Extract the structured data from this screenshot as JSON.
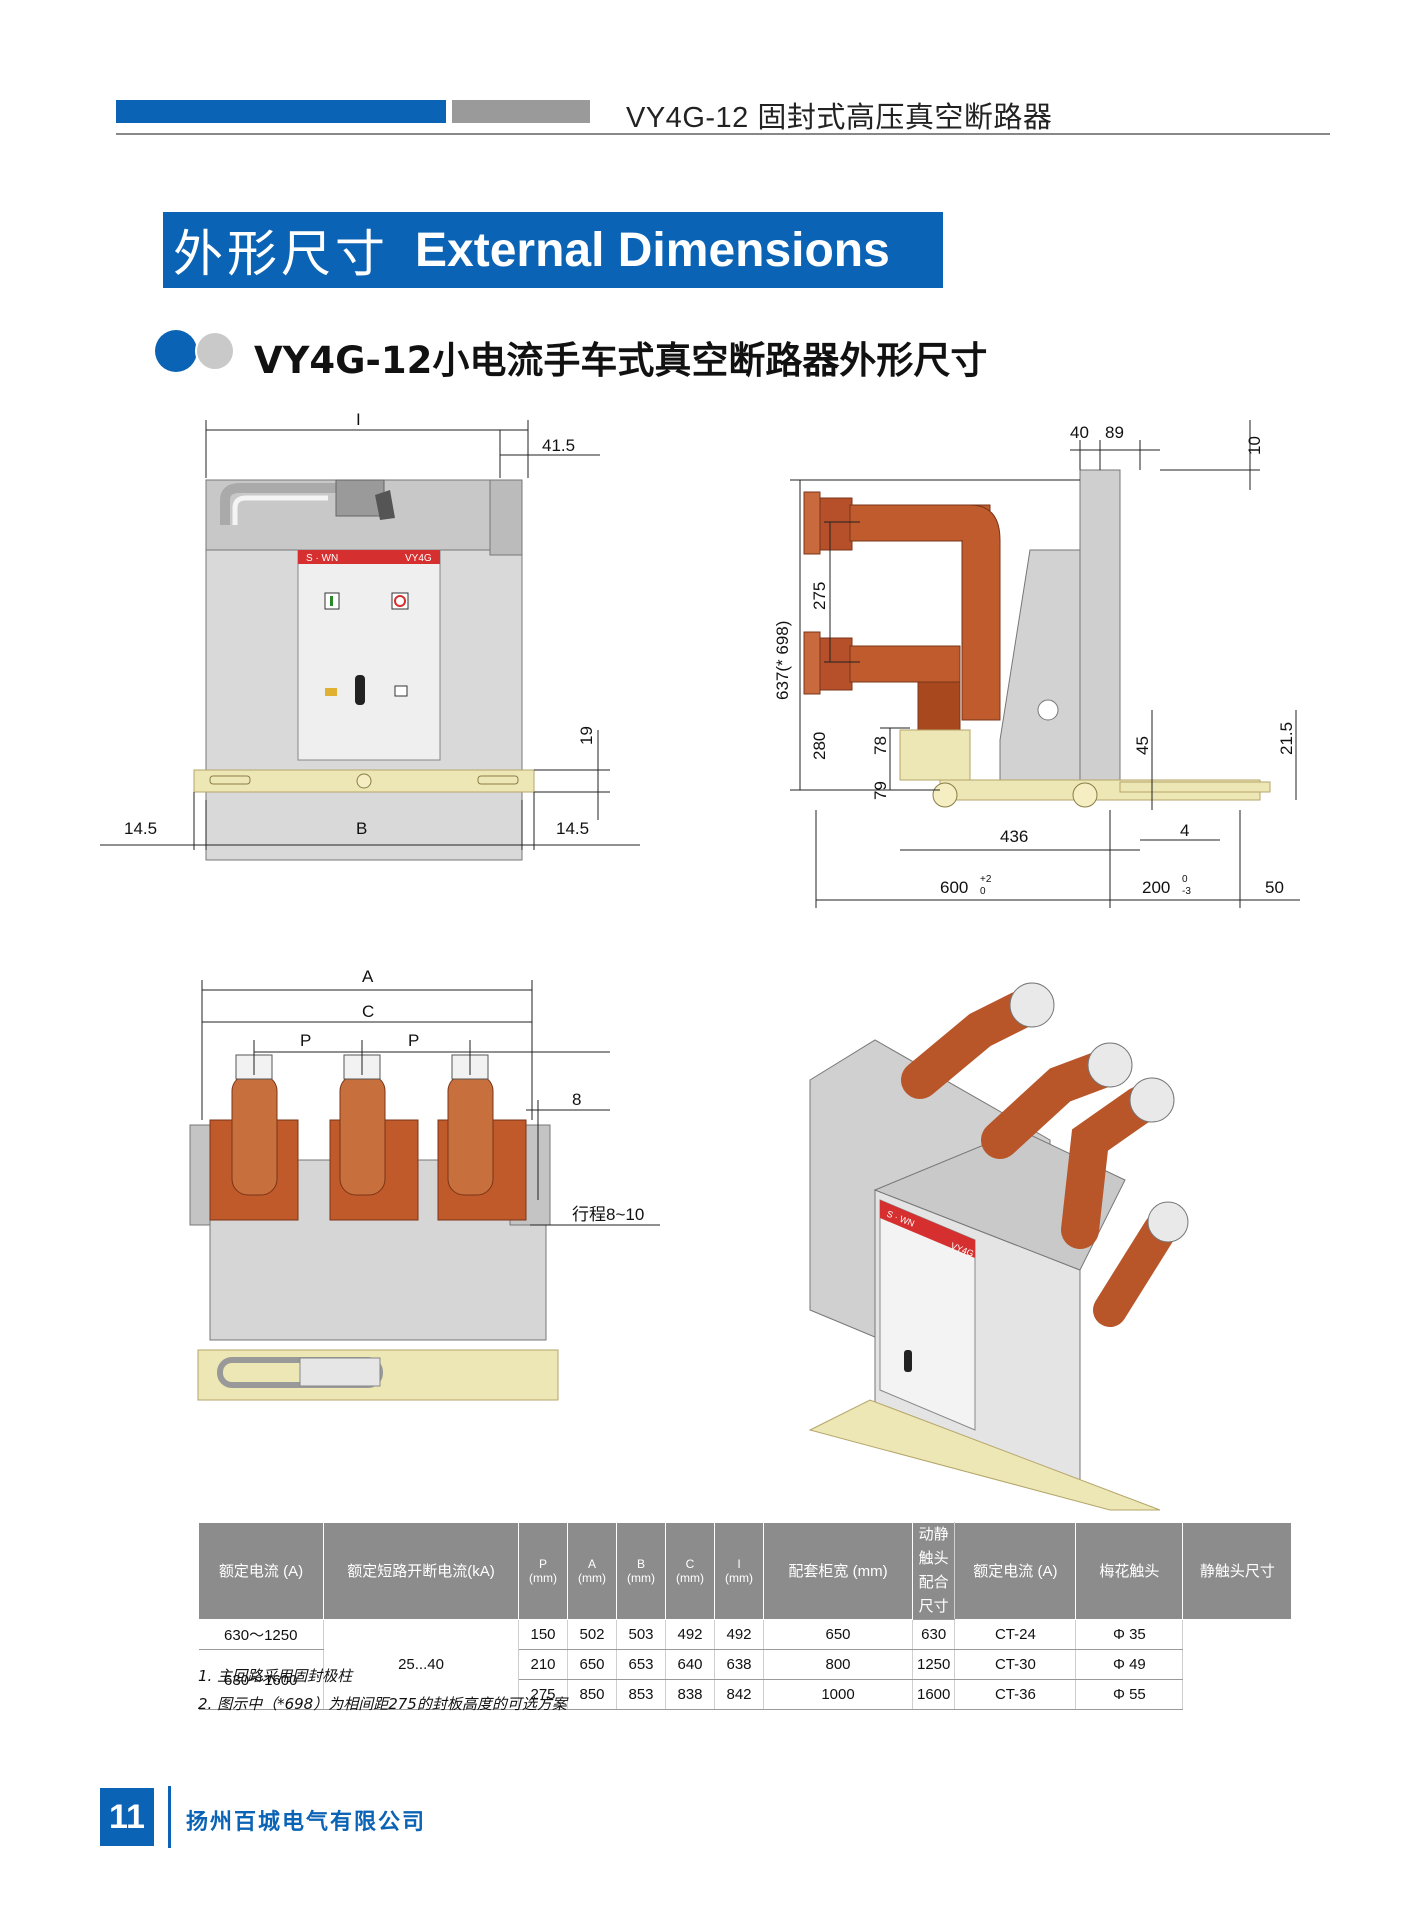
{
  "header": {
    "title": "VY4G-12 固封式高压真空断路器",
    "accent_color": "#0b63b5",
    "secondary_color": "#9a9a9a"
  },
  "banner": {
    "title_cn": "外形尺寸",
    "title_en": "External Dimensions"
  },
  "subtitle": "VY4G-12小电流手车式真空断路器外形尺寸",
  "front_view": {
    "dims": {
      "I": "I",
      "d41_5": "41.5",
      "d19": "19",
      "d14_5_left": "14.5",
      "B": "B",
      "d14_5_right": "14.5"
    },
    "panel_brand": "S · WN",
    "panel_model": "VY4G"
  },
  "side_view": {
    "dims": {
      "d40": "40",
      "d89": "89",
      "d10": "10",
      "d637": "637(* 698)",
      "d275": "275",
      "d280": "280",
      "d78": "78",
      "d79": "79",
      "d45": "45",
      "d21_5": "21.5",
      "d436": "436",
      "d4": "4",
      "d600": "600",
      "d600_tol_up": "+2",
      "d600_tol_down": "0",
      "d200": "200",
      "d200_tol_up": "0",
      "d200_tol_down": "-3",
      "d50": "50"
    }
  },
  "top_view": {
    "dims": {
      "A": "A",
      "C": "C",
      "P1": "P",
      "P2": "P",
      "d8": "8",
      "stroke": "行程8~10"
    }
  },
  "iso_view": {
    "panel_brand": "S · WN",
    "panel_model": "VY4G"
  },
  "table": {
    "headers": {
      "rated_current": "额定电流 (A)",
      "breaking_current": "额定短路开断电流(kA)",
      "P": "P",
      "A": "A",
      "B": "B",
      "C": "C",
      "I": "I",
      "unit": "(mm)",
      "cabinet_width": "配套柜宽 (mm)",
      "contact_size": "动静触头配合尺寸",
      "rated_current2": "额定电流 (A)",
      "plum_contact": "梅花触头",
      "static_contact": "静触头尺寸"
    },
    "rows": [
      {
        "rated_current": "630～1250",
        "P": "150",
        "A": "502",
        "B": "503",
        "C": "492",
        "I": "492",
        "cabinet": "650",
        "rated2": "630",
        "plum": "CT-24",
        "static": "Φ 35"
      },
      {
        "rated_current": "630～1600",
        "P": "210",
        "A": "650",
        "B": "653",
        "C": "640",
        "I": "638",
        "cabinet": "800",
        "rated2": "1250",
        "plum": "CT-30",
        "static": "Φ 49"
      },
      {
        "rated_current": "",
        "P": "275",
        "A": "850",
        "B": "853",
        "C": "838",
        "I": "842",
        "cabinet": "1000",
        "rated2": "1600",
        "plum": "CT-36",
        "static": "Φ 55"
      }
    ],
    "breaking_value": "25...40"
  },
  "notes": [
    "1. 主回路采用固封极柱",
    "2. 图示中（*698）为相间距275的封板高度的可选方案"
  ],
  "footer": {
    "page_number": "11",
    "company": "扬州百城电气有限公司"
  }
}
